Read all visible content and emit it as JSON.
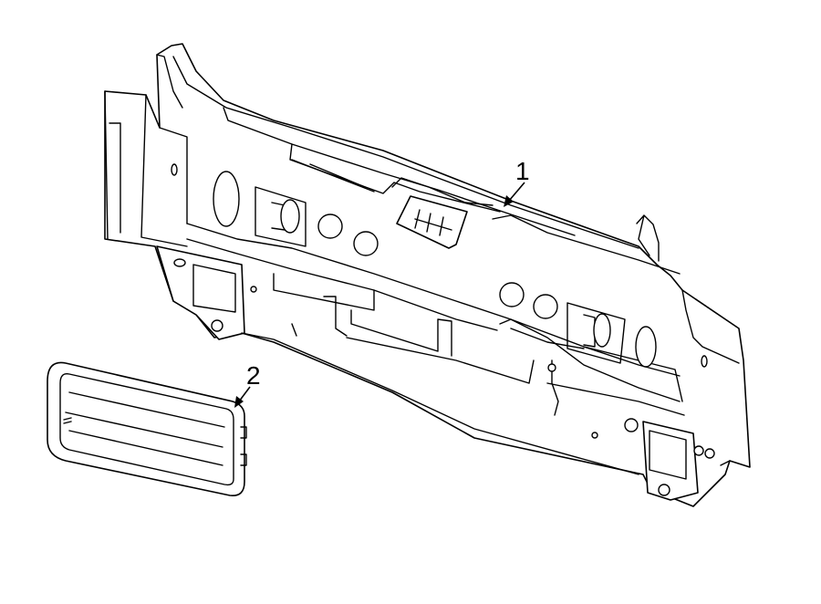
{
  "diagram": {
    "callouts": [
      {
        "id": "1",
        "label": "1"
      },
      {
        "id": "2",
        "label": "2"
      }
    ],
    "parts": [
      {
        "callout": "1",
        "icon": "rear-body-panel-icon"
      },
      {
        "callout": "2",
        "icon": "air-vent-grille-icon"
      }
    ],
    "colors": {
      "line": "#000000",
      "background": "#ffffff"
    }
  }
}
